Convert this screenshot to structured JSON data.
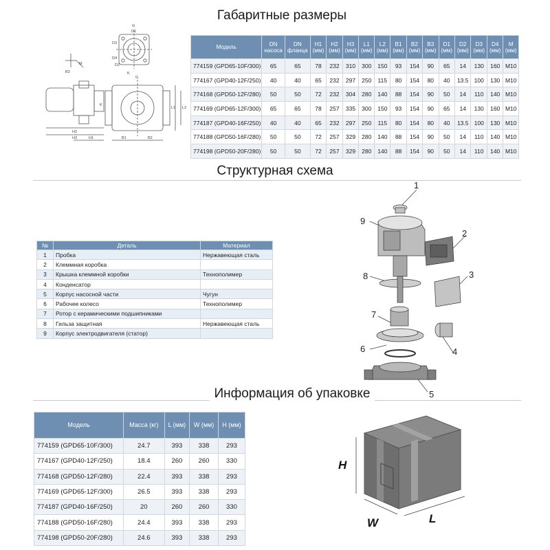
{
  "dimensions": {
    "title": "Габаритные размеры",
    "headers": [
      "Модель",
      "DN насоса",
      "DN фланца",
      "H1 (мм)",
      "H2 (мм)",
      "H3 (мм)",
      "L1 (мм)",
      "L2 (мм)",
      "B1 (мм)",
      "B2 (мм)",
      "B3 (мм)",
      "D1 (мм)",
      "D2 (мм)",
      "D3 (мм)",
      "D4 (мм)",
      "M (мм)"
    ],
    "rows": [
      [
        "774159 (GPD65-10F/300)",
        "65",
        "65",
        "78",
        "232",
        "310",
        "300",
        "150",
        "93",
        "154",
        "90",
        "65",
        "14",
        "130",
        "160",
        "M10"
      ],
      [
        "774167 (GPD40-12F/250)",
        "40",
        "40",
        "65",
        "232",
        "297",
        "250",
        "115",
        "80",
        "154",
        "80",
        "40",
        "13.5",
        "100",
        "130",
        "M10"
      ],
      [
        "774168 (GPD50-12F/280)",
        "50",
        "50",
        "72",
        "232",
        "304",
        "280",
        "140",
        "88",
        "154",
        "90",
        "50",
        "14",
        "110",
        "140",
        "M10"
      ],
      [
        "774169 (GPD65-12F/300)",
        "65",
        "65",
        "78",
        "257",
        "335",
        "300",
        "150",
        "93",
        "154",
        "90",
        "65",
        "14",
        "130",
        "160",
        "M10"
      ],
      [
        "774187 (GPD40-16F/250)",
        "40",
        "40",
        "65",
        "232",
        "297",
        "250",
        "115",
        "80",
        "154",
        "80",
        "40",
        "13.5",
        "100",
        "130",
        "M10"
      ],
      [
        "774188 (GPD50-16F/280)",
        "50",
        "50",
        "72",
        "257",
        "329",
        "280",
        "140",
        "88",
        "154",
        "90",
        "50",
        "14",
        "110",
        "140",
        "M10"
      ],
      [
        "774198 (GPD50-20F/280)",
        "50",
        "50",
        "72",
        "257",
        "329",
        "280",
        "140",
        "88",
        "154",
        "90",
        "50",
        "14",
        "110",
        "140",
        "M10"
      ]
    ],
    "drawing_labels": {
      "g": "G",
      "d1": "D1",
      "d3": "D3",
      "d4": "D4",
      "d2": "D2",
      "m": "M",
      "b3": "B3",
      "k": "K",
      "h2": "H2",
      "h3": "H3",
      "h1": "H1",
      "l1": "L1",
      "l2": "L2",
      "b1": "B1",
      "b2": "B2"
    }
  },
  "structure": {
    "title": "Структурная схема",
    "headers": [
      "№",
      "Деталь",
      "Материал"
    ],
    "rows": [
      [
        "1",
        "Пробка",
        "Нержавеющая сталь"
      ],
      [
        "2",
        "Клеммная коробка",
        ""
      ],
      [
        "3",
        "Крышка клеммной коробки",
        "Технополимер"
      ],
      [
        "4",
        "Конденсатор",
        ""
      ],
      [
        "5",
        "Корпус насосной части",
        "Чугун"
      ],
      [
        "6",
        "Рабочее колесо",
        "Технополимер"
      ],
      [
        "7",
        "Ротор с керамическими подшипниками",
        ""
      ],
      [
        "8",
        "Гильза защитная",
        "Нержавеющая сталь"
      ],
      [
        "9",
        "Корпус электродвигателя (статор)",
        ""
      ]
    ],
    "callouts": [
      "1",
      "2",
      "3",
      "4",
      "5",
      "6",
      "7",
      "8",
      "9"
    ]
  },
  "packaging": {
    "title": "Информация об упаковке",
    "headers": [
      "Модель",
      "Масса (кг)",
      "L (мм)",
      "W (мм)",
      "H (мм)"
    ],
    "rows": [
      [
        "774159 (GPD65-10F/300)",
        "24.7",
        "393",
        "338",
        "293"
      ],
      [
        "774167 (GPD40-12F/250)",
        "18.4",
        "260",
        "260",
        "330"
      ],
      [
        "774168 (GPD50-12F/280)",
        "22.4",
        "393",
        "338",
        "293"
      ],
      [
        "774169 (GPD65-12F/300)",
        "26.5",
        "393",
        "338",
        "293"
      ],
      [
        "774187 (GPD40-16F/250)",
        "20",
        "260",
        "260",
        "330"
      ],
      [
        "774188 (GPD50-16F/280)",
        "24.4",
        "393",
        "338",
        "293"
      ],
      [
        "774198 (GPD50-20F/280)",
        "24.6",
        "393",
        "338",
        "293"
      ]
    ],
    "box_labels": {
      "h": "H",
      "w": "W",
      "l": "L"
    }
  },
  "colors": {
    "header_bg": "#6f8fb2",
    "row_alt": "#eef2f7",
    "border": "#cfd6de"
  }
}
